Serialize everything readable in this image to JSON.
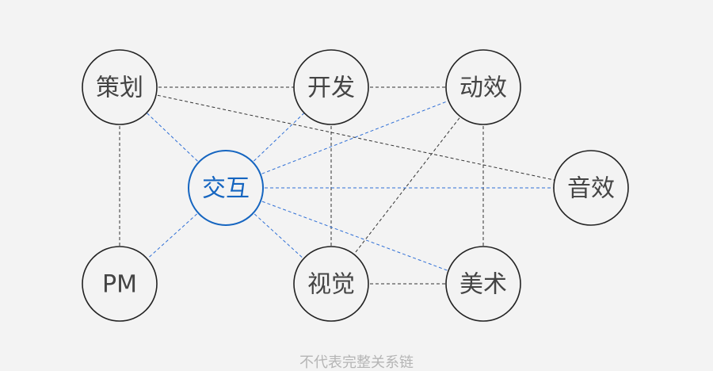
{
  "colors": {
    "background": "#f3f3f3",
    "node_stroke": "#222222",
    "node_fill": "#f3f3f3",
    "node_text": "#444444",
    "highlight": "#1565c0",
    "link_default": "#333333",
    "link_highlight": "#2f6fd6",
    "caption": "#b5b5b5"
  },
  "nodes": [
    {
      "id": "cehua",
      "label": "策划"
    },
    {
      "id": "kaifa",
      "label": "开发"
    },
    {
      "id": "dongxiao",
      "label": "动效"
    },
    {
      "id": "jiaohu",
      "label": "交互",
      "highlight": true
    },
    {
      "id": "yinxiao",
      "label": "音效"
    },
    {
      "id": "pm",
      "label": "PM"
    },
    {
      "id": "shijue",
      "label": "视觉"
    },
    {
      "id": "meishu",
      "label": "美术"
    }
  ],
  "links": [
    {
      "from": "cehua",
      "to": "kaifa"
    },
    {
      "from": "kaifa",
      "to": "dongxiao"
    },
    {
      "from": "cehua",
      "to": "yinxiao"
    },
    {
      "from": "cehua",
      "to": "pm"
    },
    {
      "from": "kaifa",
      "to": "shijue"
    },
    {
      "from": "dongxiao",
      "to": "shijue"
    },
    {
      "from": "dongxiao",
      "to": "meishu"
    },
    {
      "from": "shijue",
      "to": "meishu"
    },
    {
      "from": "jiaohu",
      "to": "cehua",
      "highlight": true
    },
    {
      "from": "jiaohu",
      "to": "kaifa",
      "highlight": true
    },
    {
      "from": "jiaohu",
      "to": "dongxiao",
      "highlight": true
    },
    {
      "from": "jiaohu",
      "to": "yinxiao",
      "highlight": true
    },
    {
      "from": "jiaohu",
      "to": "pm",
      "highlight": true
    },
    {
      "from": "jiaohu",
      "to": "shijue",
      "highlight": true
    },
    {
      "from": "jiaohu",
      "to": "meishu",
      "highlight": true
    }
  ],
  "caption": "不代表完整关系链"
}
